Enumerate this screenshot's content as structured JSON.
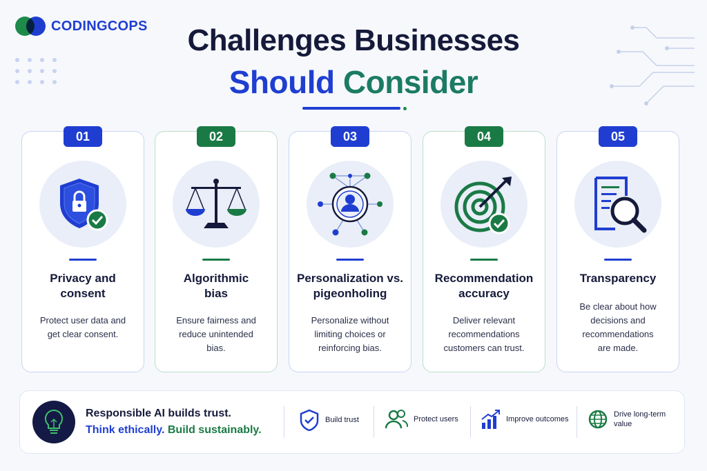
{
  "brand": {
    "name": "CODINGCOPS"
  },
  "heading": {
    "line1": "Challenges Businesses",
    "line2_part1": "Should",
    "line2_part2": "Consider"
  },
  "cards": [
    {
      "num": "01",
      "title": "Privacy and consent",
      "desc": "Protect user data and get clear consent.",
      "icon": "shield-lock-icon",
      "accent": "#1f3ed1"
    },
    {
      "num": "02",
      "title": "Algorithmic bias",
      "desc": "Ensure fairness and reduce unintended bias.",
      "icon": "scales-icon",
      "accent": "#1a7a45"
    },
    {
      "num": "03",
      "title": "Personalization vs. pigeonholing",
      "desc": "Personalize without limiting choices or reinforcing bias.",
      "icon": "user-network-icon",
      "accent": "#1f3ed1"
    },
    {
      "num": "04",
      "title": "Recommendation accuracy",
      "desc": "Deliver relevant recommendations customers can trust.",
      "icon": "target-icon",
      "accent": "#1a7a45"
    },
    {
      "num": "05",
      "title": "Transparency",
      "desc": "Be clear about how decisions and recommendations are made.",
      "icon": "document-search-icon",
      "accent": "#1f3ed1"
    }
  ],
  "footer": {
    "line1": "Responsible AI builds trust.",
    "line2_part1": "Think ethically.",
    "line2_part2": "Build sustainably.",
    "features": [
      {
        "label": "Build trust",
        "icon": "shield-check-icon"
      },
      {
        "label": "Protect users",
        "icon": "users-icon"
      },
      {
        "label": "Improve outcomes",
        "icon": "growth-chart-icon"
      },
      {
        "label": "Drive long-term value",
        "icon": "globe-icon"
      }
    ]
  },
  "colors": {
    "blue": "#1f3ed1",
    "green": "#1a7a45",
    "navy": "#151a3a"
  }
}
